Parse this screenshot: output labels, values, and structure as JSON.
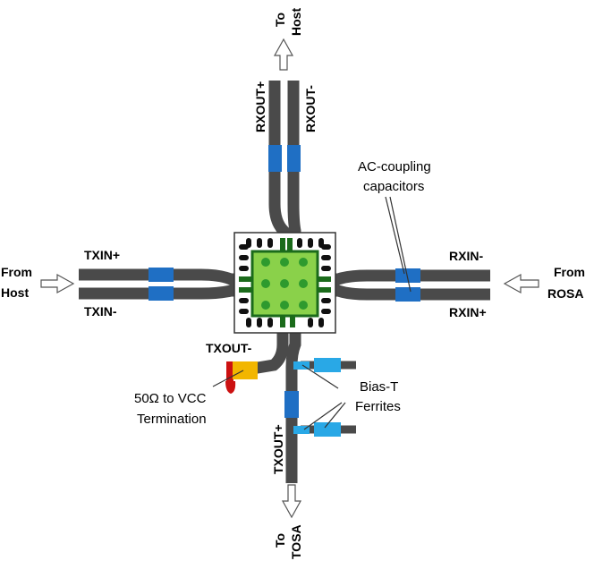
{
  "labels": {
    "to_host_top": [
      "To",
      "Host"
    ],
    "rxout_plus": "RXOUT+",
    "rxout_minus": "RXOUT-",
    "from_host": [
      "From",
      "Host"
    ],
    "txin_plus": "TXIN+",
    "txin_minus": "TXIN-",
    "rxin_minus": "RXIN-",
    "rxin_plus": "RXIN+",
    "from_rosa": [
      "From",
      "ROSA"
    ],
    "ac_coupling": [
      "AC-coupling",
      "capacitors"
    ],
    "txout_minus": "TXOUT-",
    "termination": [
      "50Ω  to VCC",
      "Termination"
    ],
    "bias_t": [
      "Bias-T",
      "Ferrites"
    ],
    "txout_plus": "TXOUT+",
    "to_tosa": [
      "To",
      "TOSA"
    ]
  },
  "colors": {
    "trace": "#4a4a4a",
    "capacitor": "#1f6fc4",
    "ferrite": "#29a8e6",
    "chip_pad": "#8ad14a",
    "chip_border": "#1b6b1b",
    "via": "#2e9a2e",
    "resistor": "#f2b600",
    "resistor_end": "#cc1111"
  }
}
